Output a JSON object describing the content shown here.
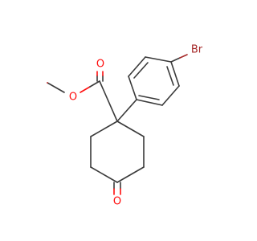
{
  "molecule": {
    "atoms": {
      "bromine": {
        "label": "Br",
        "color": "#a62929"
      },
      "ester_ether_oxygen": {
        "label": "O",
        "color": "#ff0d0d"
      },
      "ester_carbonyl_oxygen": {
        "label": "O",
        "color": "#ff0d0d"
      },
      "ketone_oxygen": {
        "label": "O",
        "color": "#ff0d0d"
      }
    },
    "bond_color": "#3a3a3a"
  }
}
